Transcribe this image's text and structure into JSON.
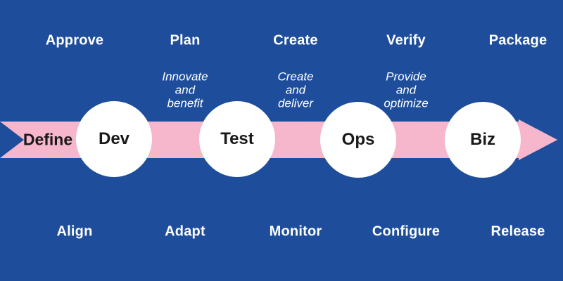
{
  "diagram": {
    "name": "BizDevOps flow diagram",
    "colors": {
      "background": "#1e4e9b",
      "band_base": "#f6b8ca",
      "band_speckle": "#ed6ea9",
      "circle_fill": "#ffffff",
      "light_text": "#ffffff",
      "dark_text": "#191919"
    },
    "columns": [
      {
        "top": "Approve",
        "bottom": "Align"
      },
      {
        "top": "Plan",
        "bottom": "Adapt",
        "phrase": [
          "Innovate",
          "and",
          "benefit"
        ]
      },
      {
        "top": "Create",
        "bottom": "Monitor",
        "phrase": [
          "Create",
          "and",
          "deliver"
        ]
      },
      {
        "top": "Verify",
        "bottom": "Configure",
        "phrase": [
          "Provide",
          "and",
          "optimize"
        ]
      },
      {
        "top": "Package",
        "bottom": "Release"
      }
    ],
    "band": {
      "start_label": "Define",
      "nodes": [
        {
          "label": "Dev"
        },
        {
          "label": "Test"
        },
        {
          "label": "Ops"
        },
        {
          "label": "Biz"
        }
      ]
    }
  }
}
